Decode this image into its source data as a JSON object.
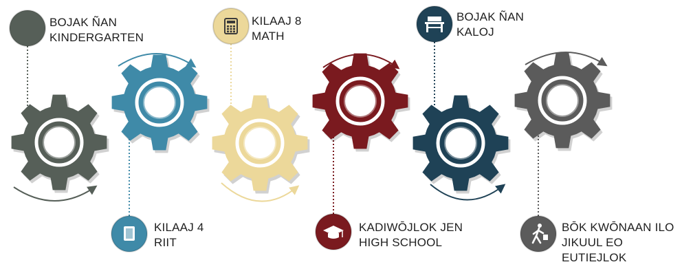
{
  "colors": {
    "stage1": "#565f58",
    "stage2": "#3f8aa8",
    "stage3": "#ecd89a",
    "stage4": "#7a1a1f",
    "stage5": "#1f4256",
    "stage6": "#5b5b5b"
  },
  "stages": [
    {
      "lines": [
        "BOJAK ÑAN",
        "KINDERGARTEN"
      ],
      "icon": "blank-circle-icon",
      "position": "top"
    },
    {
      "lines": [
        "KILAAJ 4",
        "RIIT"
      ],
      "icon": "book-icon",
      "position": "bottom"
    },
    {
      "lines": [
        "KILAAJ 8",
        "MATH"
      ],
      "icon": "calculator-icon",
      "position": "top"
    },
    {
      "lines": [
        "KADIWŌJLOK JEN",
        "HIGH SCHOOL"
      ],
      "icon": "graduation-cap-icon",
      "position": "bottom"
    },
    {
      "lines": [
        "BOJAK ÑAN",
        "KALOJ"
      ],
      "icon": "desk-icon",
      "position": "top"
    },
    {
      "lines": [
        "BŌK KWŌNAAN ILO",
        "JIKUUL EO",
        "EUTIEJLOK"
      ],
      "icon": "walking-person-icon",
      "position": "bottom"
    }
  ]
}
